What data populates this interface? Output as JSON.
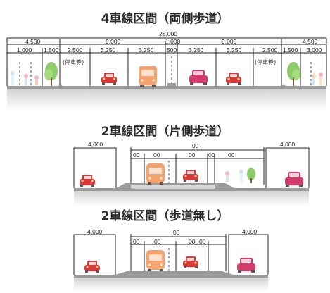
{
  "section_4lane": {
    "title": "4車線区間（両側歩道）",
    "total": "28,000",
    "row1": [
      "4,500",
      "9,000",
      "1,000",
      "9,000",
      "4,500"
    ],
    "row2": [
      "1,000",
      "1,500",
      "2,500",
      "3,250",
      "3,250",
      "500",
      "3,250",
      "3,250",
      "2,500",
      "1,500",
      "3,000"
    ],
    "stop_label_left": "(停車券)",
    "stop_label_right": "(停車券)"
  },
  "section_2lane_one_sidewalk": {
    "title": "2車線区間（片側歩道）",
    "left": "4,000",
    "center": "00",
    "right": "4,000",
    "sub": [
      "00",
      "00",
      "00",
      "00",
      "00"
    ]
  },
  "section_2lane_no_sidewalk": {
    "title": "2車線区間（歩道無し）",
    "left": "4,000",
    "center": "00",
    "right": "4,000",
    "sub": [
      "00",
      "00",
      "00",
      "00"
    ]
  },
  "colors": {
    "car_red": "#d83a3a",
    "car_pink": "#d23c6a",
    "bus_orange": "#f1a26e",
    "road_gray": "#c8c8c8",
    "ground_gray": "#d8d8d8",
    "tree_green": "#8ccc6a"
  },
  "icons": [
    "car-icon",
    "bus-icon",
    "tree-icon",
    "pedestrian-icon",
    "streetlight-icon"
  ]
}
